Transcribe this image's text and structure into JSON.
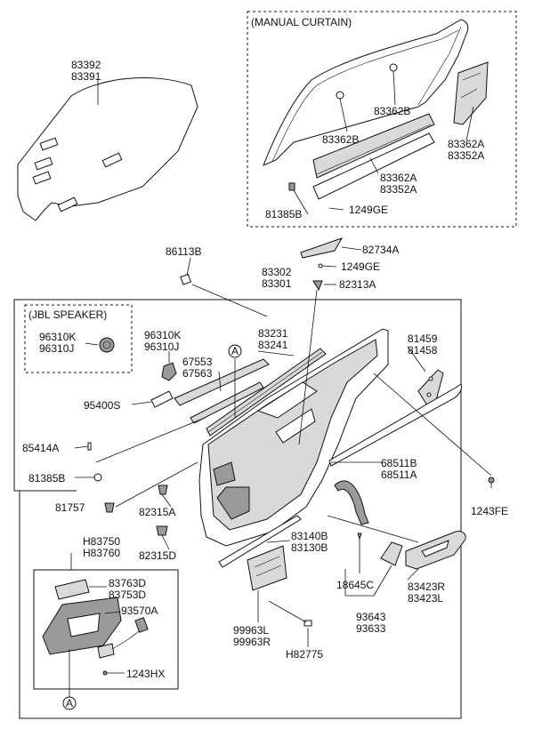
{
  "boxes": {
    "manual_curtain": "(MANUAL CURTAIN)",
    "jbl_speaker": "(JBL SPEAKER)"
  },
  "callouts": {
    "ref_a": "A"
  },
  "labels": {
    "p83392": "83392",
    "p83391": "83391",
    "p83362b_top": "83362B",
    "p83362b_low": "83362B",
    "p83362a_r": "83362A",
    "p83352a_r": "83352A",
    "p83362a_c": "83362A",
    "p83352a_c": "83352A",
    "p81385b_top": "81385B",
    "p1249ge_top": "1249GE",
    "p86113b": "86113B",
    "p82734a": "82734A",
    "p1249ge_mid": "1249GE",
    "p83302": "83302",
    "p83301": "83301",
    "p82313a": "82313A",
    "p96310k_jbl": "96310K",
    "p96310j_jbl": "96310J",
    "p96310k": "96310K",
    "p96310j": "96310J",
    "p83231": "83231",
    "p83241": "83241",
    "p81459": "81459",
    "p81458": "81458",
    "p67553": "67553",
    "p67563": "67563",
    "p95400s": "95400S",
    "p85414a": "85414A",
    "p68511b": "68511B",
    "p68511a": "68511A",
    "p81385b_mid": "81385B",
    "p1243fe": "1243FE",
    "p81757": "81757",
    "p82315a": "82315A",
    "p82315d": "82315D",
    "p83140b": "83140B",
    "p83130b": "83130B",
    "ph83750": "H83750",
    "ph83760": "H83760",
    "p83763d": "83763D",
    "p83753d": "83753D",
    "p93570a": "93570A",
    "p1243hx": "1243HX",
    "p99963l": "99963L",
    "p99963r": "99963R",
    "ph82775": "H82775",
    "p18645c": "18645C",
    "p93643": "93643",
    "p93633": "93633",
    "p83423r": "83423R",
    "p83423l": "83423L"
  }
}
